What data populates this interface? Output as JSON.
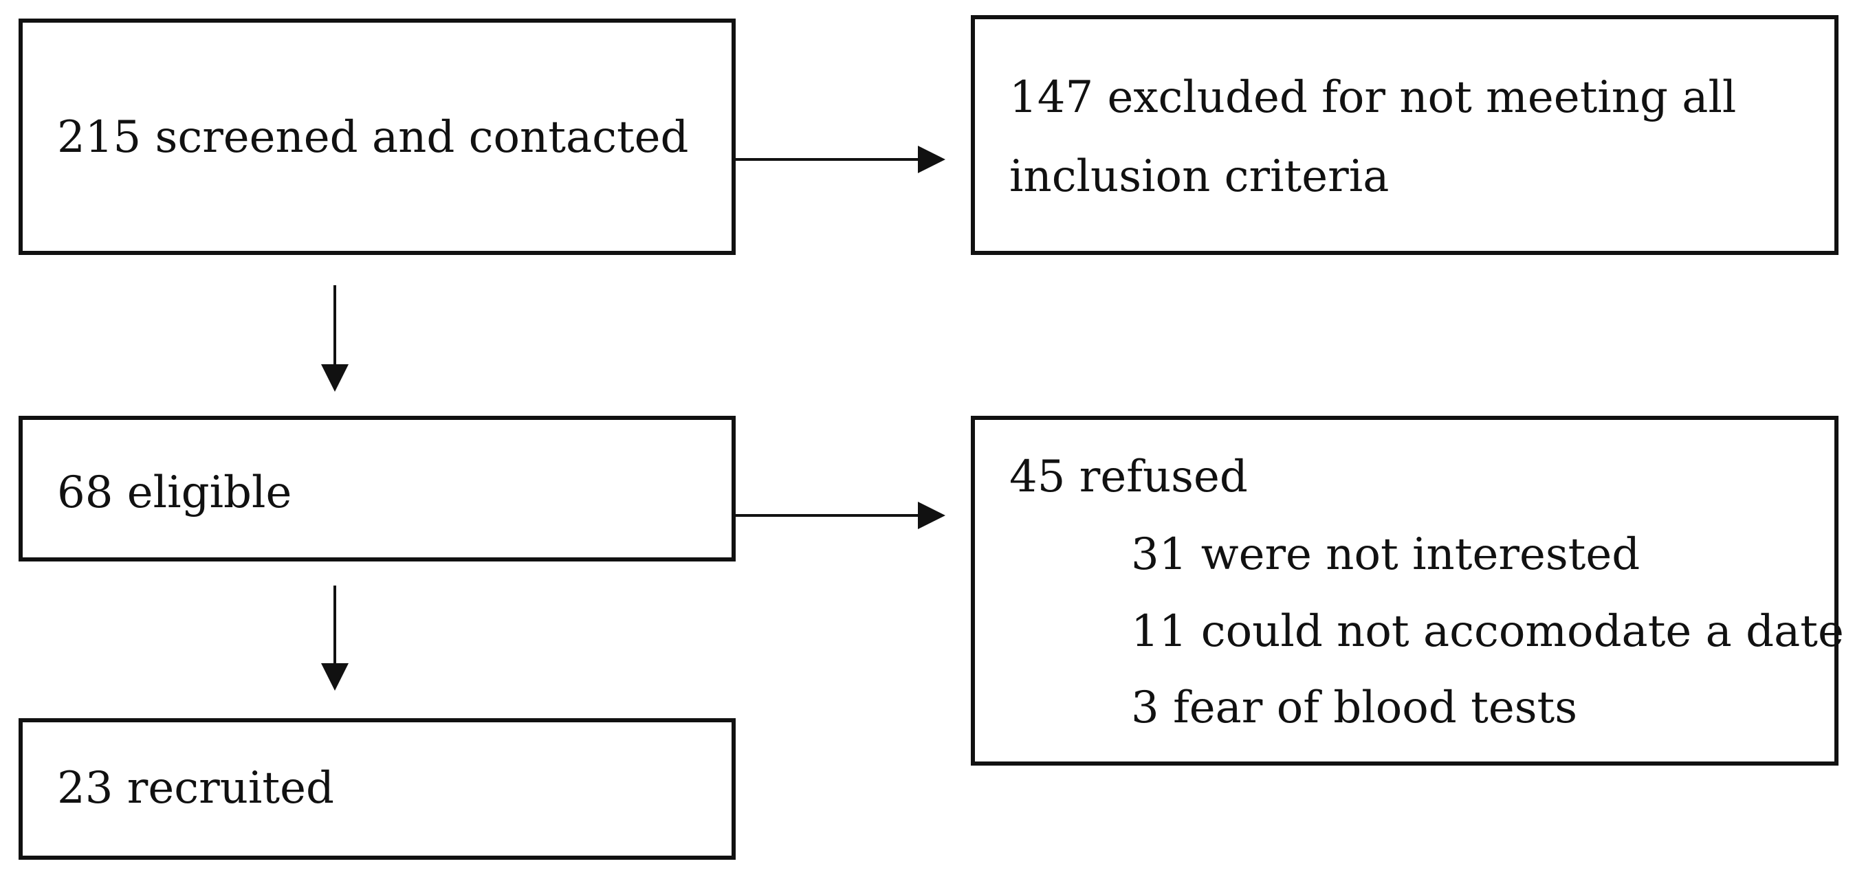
{
  "flowchart": {
    "screened": {
      "label": "215 screened and contacted"
    },
    "excluded": {
      "line1": "147 excluded for not meeting all",
      "line2": "inclusion criteria"
    },
    "eligible": {
      "label": "68 eligible"
    },
    "refused": {
      "label": "45 refused",
      "reasons": [
        "31 were not interested",
        "11 could not accomodate a date",
        "3 fear of blood tests"
      ]
    },
    "recruited": {
      "label": "23 recruited"
    }
  }
}
